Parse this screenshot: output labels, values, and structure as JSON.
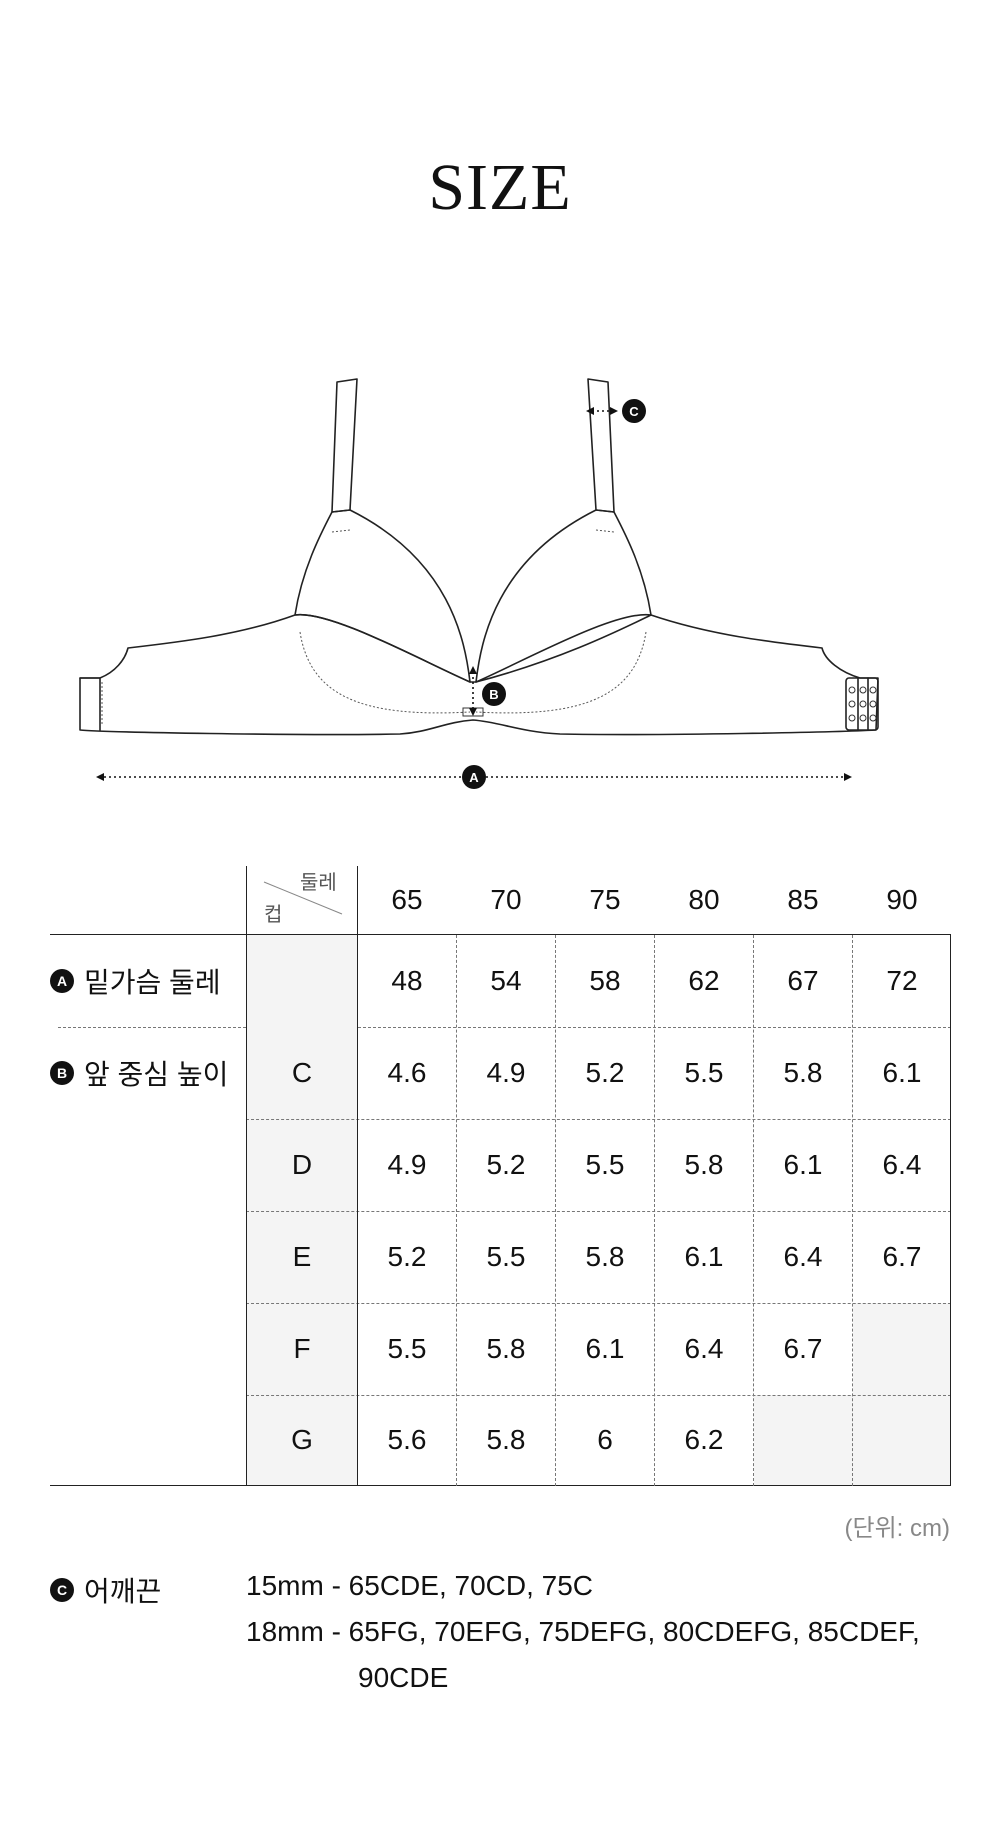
{
  "title": "SIZE",
  "diagram": {
    "badge_a": "A",
    "badge_b": "B",
    "badge_c": "C"
  },
  "table": {
    "corner_top": "둘레",
    "corner_bottom": "컵",
    "band_sizes": [
      "65",
      "70",
      "75",
      "80",
      "85",
      "90"
    ],
    "underbust": {
      "badge": "A",
      "label": "밑가슴 둘레",
      "values": [
        "48",
        "54",
        "58",
        "62",
        "67",
        "72"
      ]
    },
    "front_center": {
      "badge": "B",
      "label": "앞 중심 높이",
      "rows": [
        {
          "cup": "C",
          "values": [
            "4.6",
            "4.9",
            "5.2",
            "5.5",
            "5.8",
            "6.1"
          ]
        },
        {
          "cup": "D",
          "values": [
            "4.9",
            "5.2",
            "5.5",
            "5.8",
            "6.1",
            "6.4"
          ]
        },
        {
          "cup": "E",
          "values": [
            "5.2",
            "5.5",
            "5.8",
            "6.1",
            "6.4",
            "6.7"
          ]
        },
        {
          "cup": "F",
          "values": [
            "5.5",
            "5.8",
            "6.1",
            "6.4",
            "6.7",
            ""
          ]
        },
        {
          "cup": "G",
          "values": [
            "5.6",
            "5.8",
            "6",
            "6.2",
            "",
            ""
          ]
        }
      ]
    }
  },
  "unit_note": "(단위: cm)",
  "strap": {
    "badge": "C",
    "label": "어깨끈",
    "line1": "15mm - 65CDE, 70CD, 75C",
    "line2": "18mm - 65FG, 70EFG, 75DEFG, 80CDEFG, 85CDEF,",
    "line3": "90CDE"
  }
}
